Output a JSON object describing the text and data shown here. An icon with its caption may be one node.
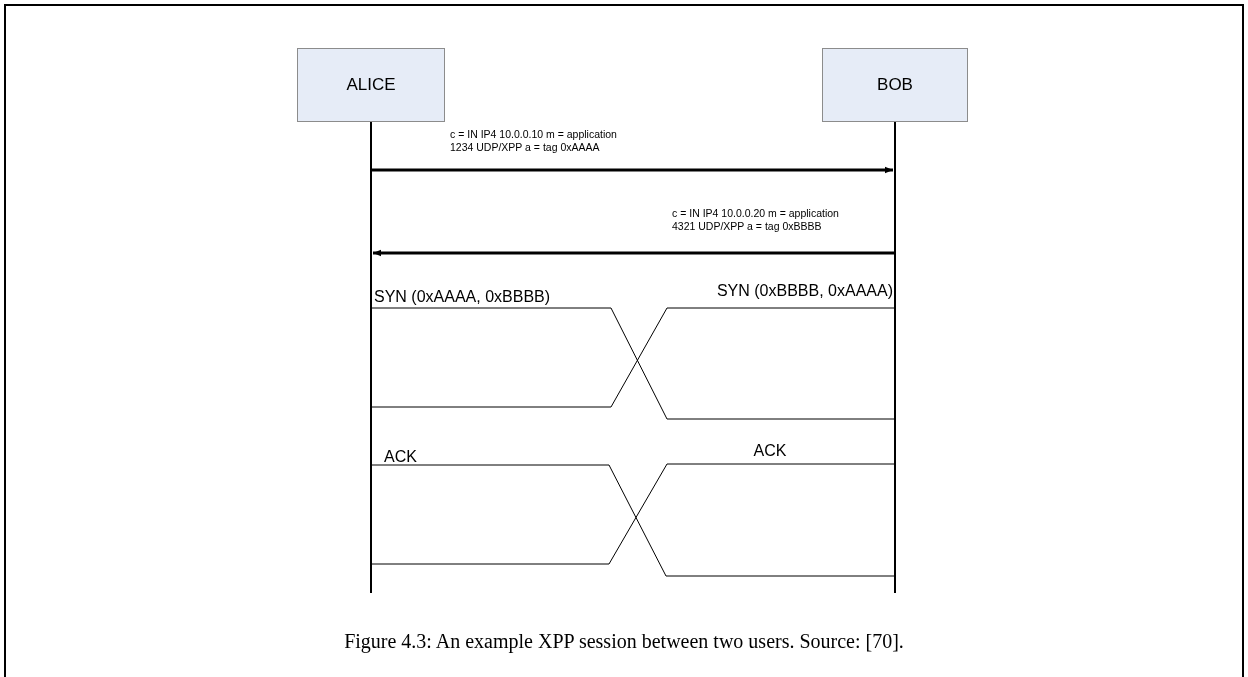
{
  "diagram": {
    "caption": "Figure 4.3: An example XPP session between two users. Source: [70].",
    "nodes": [
      {
        "text": [
          "ALICE"
        ]
      },
      {
        "text": [
          "BOB"
        ]
      }
    ],
    "edges": [
      {
        "from": 0,
        "to": 1,
        "arrow": "to",
        "label": "c = IN IP4 10.0.0.10 m = application 1234 UDP/XPP a = tag 0xAAAA",
        "style": "thick"
      },
      {
        "from": 1,
        "to": 0,
        "arrow": "to",
        "label": "c = IN IP4 10.0.0.20 m = application 4321 UDP/XPP a = tag 0xBBBB",
        "style": "thick"
      },
      {
        "from": 0,
        "to": 1,
        "arrow": "none",
        "label": "SYN (0xAAAA, 0xBBBB)"
      },
      {
        "from": 1,
        "to": 0,
        "arrow": "none",
        "label": "SYN (0xBBBB, 0xAAAA)"
      },
      {
        "from": 0,
        "to": 1,
        "arrow": "none",
        "label": "ACK"
      },
      {
        "from": 1,
        "to": 0,
        "arrow": "none",
        "label": "ACK"
      }
    ]
  }
}
